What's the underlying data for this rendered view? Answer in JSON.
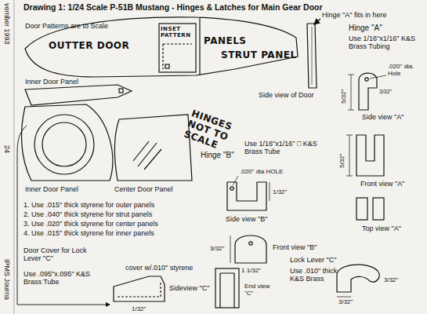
{
  "diagram": {
    "title": "Drawing 1: 1/24 Scale P-51B Mustang - Hinges & Latches for Main Gear Door",
    "labels": [
      "vember 1993",
      "24",
      "IPMS Journa",
      "Door Patterns are to Scale",
      "INSET PATTERN",
      "OUTTER DOOR",
      "PANELS",
      "STRUT PANEL",
      "Hinge \"A\" fits in here",
      "Inner Door Panel",
      "Side view of Door",
      "Hinge \"A\"",
      "Use 1/16\"x1/16\" K&S Brass Tubing",
      ".020\" dia. Hole",
      "3/32\"",
      "5/32\"",
      "Side view \"A\"",
      "HINGES NOT TO SCALE",
      "Hinge \"B\"",
      "Use 1/16\"x1/16\" □ K&S Brass Tube",
      ".020\" dia HOLE",
      "5/32\"",
      "Front view \"A\"",
      "Inner Door Panel",
      "Center Door Panel",
      "Side view \"B\"",
      "1/32\"",
      "Top view \"A\"",
      "3/32\"",
      "Front view \"B\"",
      "1 1/32\"",
      "1. Use .015\" thick styrene for outer panels",
      "2. Use .040\" thick styrene for strut panels",
      "3. Use .020\" thick styrene for center panels",
      "4. Use .015\" thick styrene for inner panels",
      "Door Cover for Lock Lever \"C\"",
      "Use .095\"x.095\" K&S Brass Tube",
      "cover w/.010\" styrene",
      "Sideview \"C\"",
      "End view \"C\"",
      "1/32\"",
      "Lock Lever \"C\"",
      "Use .010\" thick K&S Brass",
      "3/32\"",
      "3/32\""
    ]
  }
}
